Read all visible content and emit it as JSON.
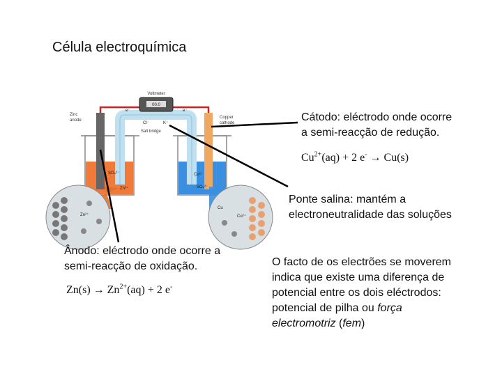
{
  "title": "Célula electroquímica",
  "diagram_labels": {
    "voltmeter": "Voltmeter",
    "voltmeter_display": "00.0",
    "zinc_anode": [
      "Zinc",
      "anode"
    ],
    "copper_cathode": [
      "Copper",
      "cathode"
    ],
    "salt_bridge": "Salt bridge",
    "cl_minus": "Cl⁻",
    "k_plus": "K⁺",
    "e_minus": "e⁻",
    "so4": "SO₄²⁻",
    "zn2": "Zn²⁺",
    "cu2": "Cu²⁺",
    "cu": "Cu"
  },
  "cathode": {
    "text_line1": "Cátodo: eléctrodo onde ocorre",
    "text_line2": "a semi-reacção de redução.",
    "eq_species": "Cu",
    "eq_charge": "2+",
    "eq_middle": "(aq)  + 2 e",
    "eq_e_sup": "-",
    "eq_arrow": "→",
    "eq_product": "Cu(s)"
  },
  "salt_bridge_note": {
    "line1": "Ponte salina: mantém a",
    "line2": "electroneutralidade das soluções"
  },
  "anode": {
    "text_line1": "nodo: eléctrodo onde ocorre a",
    "text_line2": "semi-reacção de oxidação.",
    "eq_reactant": "Zn(s)",
    "eq_arrow": "→",
    "eq_species": "Zn",
    "eq_charge": "2+",
    "eq_middle": "(aq) + 2 e",
    "eq_e_sup": "-"
  },
  "potential_note": {
    "line1": "O facto de os electrões se moverem",
    "line2": "indica que existe uma diferença de",
    "line3": "potencial entre os dois eléctrodos:",
    "line4_plain": "potencial de pilha ou ",
    "line4_italic": "força",
    "line5_italic1": "electromotriz",
    "line5_plain1": " (",
    "line5_italic2": "fem",
    "line5_plain2": ")"
  },
  "colors": {
    "zinc_solution": "#f07a3a",
    "copper_solution": "#3a8fe0",
    "zinc_electrode": "#666666",
    "copper_electrode": "#f0a860",
    "wire": "#d42020",
    "salt_bridge": "#bfe0f0",
    "pointer": "#000000"
  }
}
